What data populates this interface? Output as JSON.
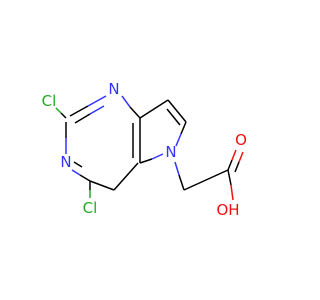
{
  "molecule": {
    "atoms": {
      "cl_top": "Cl",
      "n_top": "N",
      "n_left": "N",
      "cl_bottom": "Cl",
      "n_pyrrole": "N",
      "o_carbonyl": "O",
      "o_hydroxyl": "OH"
    },
    "colors": {
      "carbon_bond": "#000000",
      "nitrogen": "#3333ff",
      "chlorine": "#22aa22",
      "oxygen": "#ee1111"
    }
  }
}
